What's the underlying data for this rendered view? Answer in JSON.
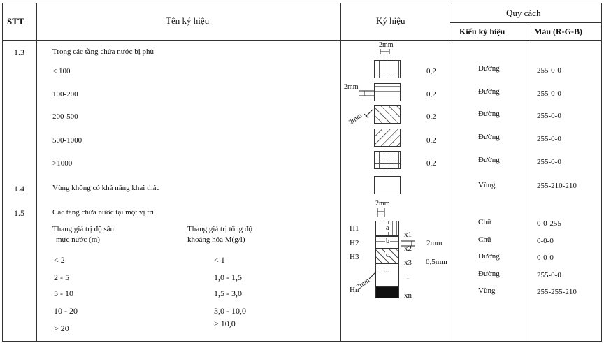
{
  "header": {
    "stt": "STT",
    "ten_ky_hieu": "Tên ký hiệu",
    "ky_hieu": "Ký hiệu",
    "quy_cach": "Quy cách",
    "kieu_ky_hieu": "Kiểu ký hiệu",
    "mau": "Màu (R-G-B)"
  },
  "rows": {
    "r13": {
      "stt": "1.3",
      "title": "Trong các tầng chứa nước bị phủ",
      "dim_top": "2mm",
      "dim_left": "2mm",
      "dim_diag": "2mm",
      "items": [
        {
          "label": "< 100",
          "width": "0,2",
          "kieu": "Đường",
          "mau": "255-0-0"
        },
        {
          "label": "100-200",
          "width": "0,2",
          "kieu": "Đường",
          "mau": "255-0-0"
        },
        {
          "label": "200-500",
          "width": "0,2",
          "kieu": "Đường",
          "mau": "255-0-0"
        },
        {
          "label": "500-1000",
          "width": "0,2",
          "kieu": "Đường",
          "mau": "255-0-0"
        },
        {
          "label": ">1000",
          "width": "0,2",
          "kieu": "Đường",
          "mau": "255-0-0"
        }
      ]
    },
    "r14": {
      "stt": "1.4",
      "title": "Vùng không có khả năng khai thác",
      "kieu": "Vùng",
      "mau": "255-210-210"
    },
    "r15": {
      "stt": "1.5",
      "title": "Các tầng chứa nước tại một vị trí",
      "col1_header_l1": "Thang giá trị độ sâu",
      "col1_header_l2": "mực nước (m)",
      "col2_header_l1": "Thang giá trị tổng độ",
      "col2_header_l2": "khoáng hóa M(g/l)",
      "depth_values": [
        "< 2",
        "2 - 5",
        "5 - 10",
        "10 - 20",
        "> 20"
      ],
      "mineral_values": [
        "< 1",
        "1,0 - 1,5",
        "1,5 - 3,0",
        "3,0 - 10,0",
        "> 10,0"
      ],
      "symbol": {
        "dim_top": "2mm",
        "dim_diag": "2mm",
        "h_labels": [
          "H1",
          "H2",
          "H3",
          "Hn"
        ],
        "cell_letters": [
          "a",
          "b",
          "c"
        ],
        "dots": "...",
        "x_labels": [
          "x1",
          "x2",
          "x3",
          "...",
          "xn"
        ],
        "right_dim1": "2mm",
        "right_dim2": "0,5mm"
      },
      "specs": [
        {
          "kieu": "Chữ",
          "mau": "0-0-255"
        },
        {
          "kieu": "Chữ",
          "mau": "0-0-0"
        },
        {
          "kieu": "Đường",
          "mau": "0-0-0"
        },
        {
          "kieu": "Đường",
          "mau": "255-0-0"
        },
        {
          "kieu": "Vùng",
          "mau": "255-255-210"
        }
      ]
    }
  }
}
